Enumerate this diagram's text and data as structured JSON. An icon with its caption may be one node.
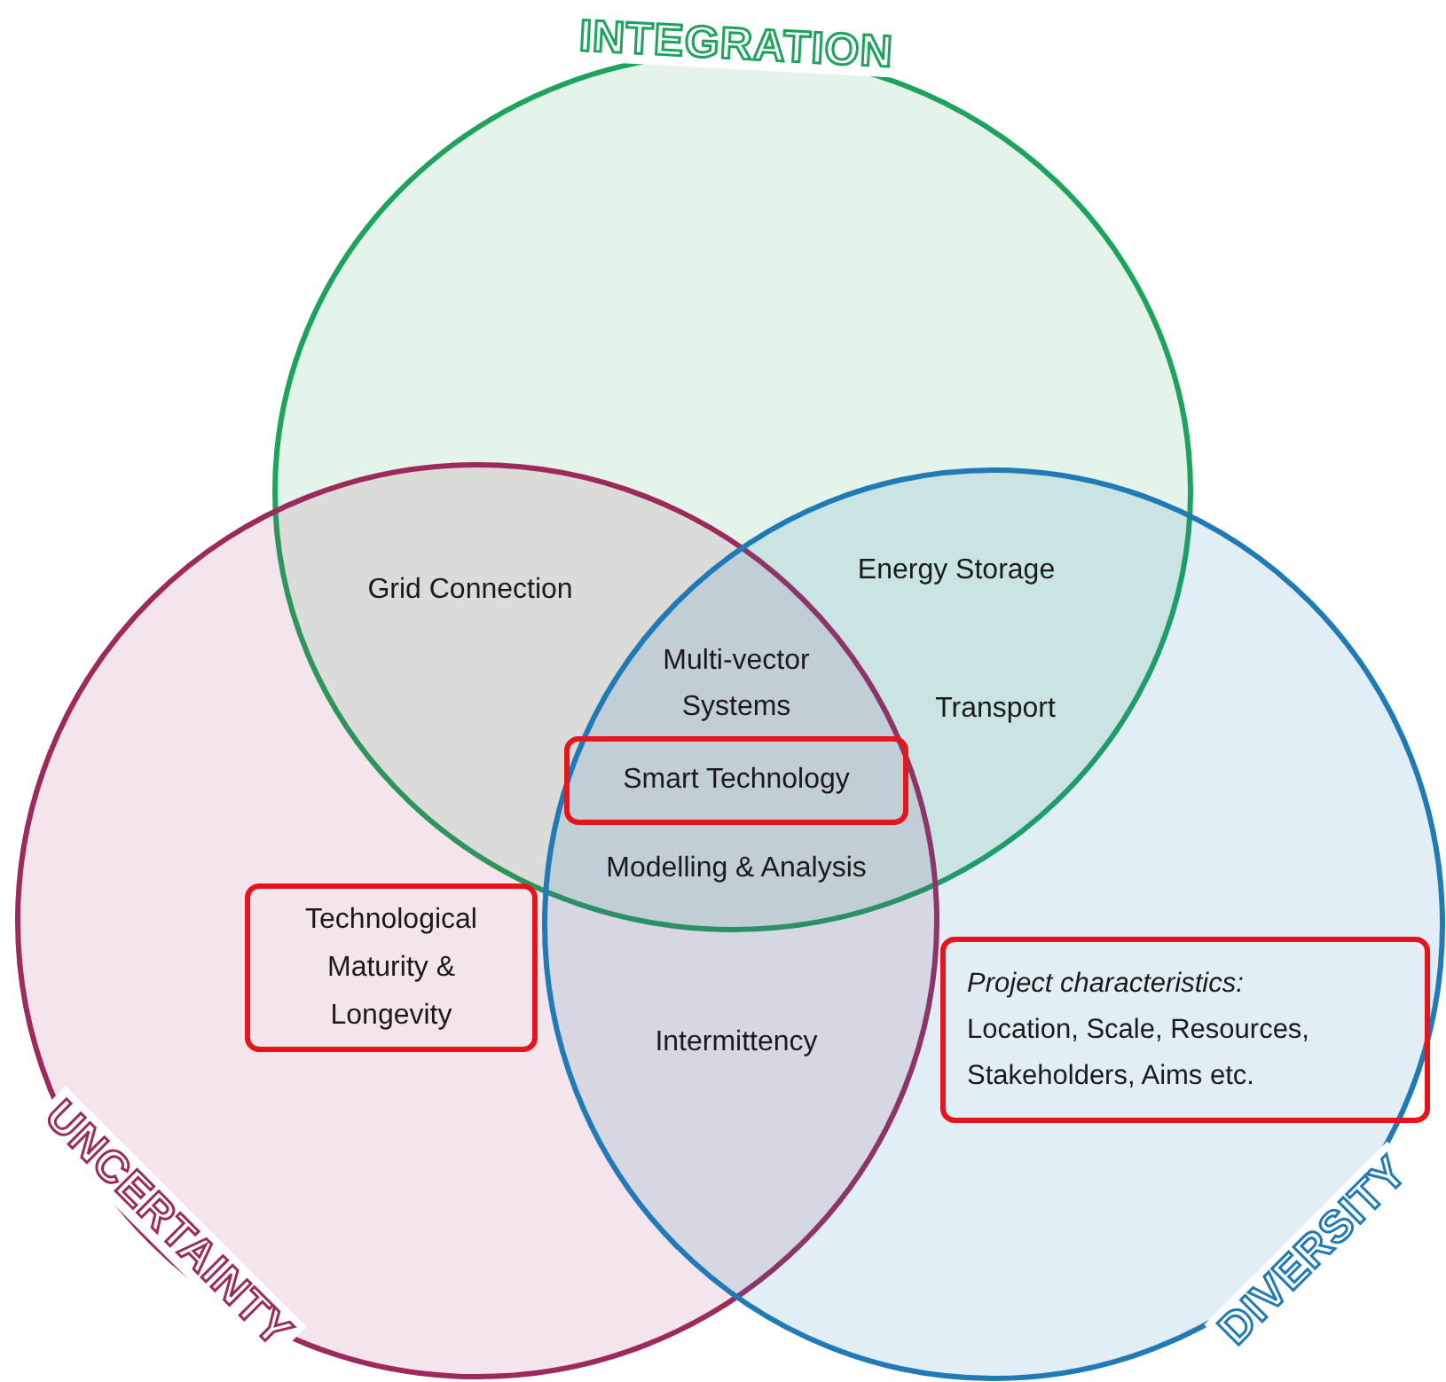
{
  "diagram": {
    "nodes": [
      {
        "text": [
          "INTEGRATION"
        ]
      },
      {
        "text": [
          "UNCERTAINTY"
        ]
      },
      {
        "text": [
          "DIVERSITY"
        ]
      },
      {
        "text": [
          "Smart Technology"
        ]
      },
      {
        "text": [
          "Technological Maturity & Longevity"
        ],
        "in": 1
      },
      {
        "text": [
          "Project characteristics:",
          "Location, Scale, Resources, Stakeholders, Aims etc."
        ],
        "in": 2
      }
    ],
    "edges": [],
    "labels": [
      "Grid Connection",
      "Energy Storage",
      "Multi-vector Systems",
      "Transport",
      "Modelling & Analysis",
      "Intermittency"
    ]
  }
}
